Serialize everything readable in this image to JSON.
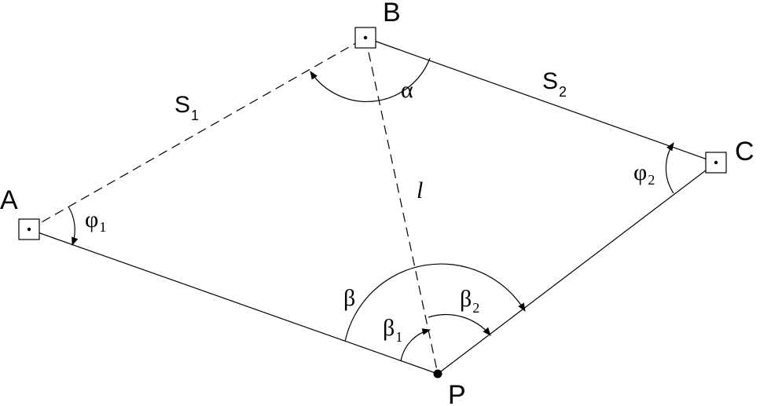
{
  "points": {
    "A": "A",
    "B": "B",
    "C": "C",
    "P": "P"
  },
  "distances": {
    "s1": {
      "base": "S",
      "sub": "1"
    },
    "s2": {
      "base": "S",
      "sub": "2"
    },
    "l": "l"
  },
  "angles": {
    "alpha": "α",
    "beta": "β",
    "beta1": {
      "base": "β",
      "sub": "1"
    },
    "beta2": {
      "base": "β",
      "sub": "2"
    },
    "phi1": {
      "base": "φ",
      "sub": "1"
    },
    "phi2": {
      "base": "φ",
      "sub": "2"
    }
  },
  "colors": {
    "ink": "#000000",
    "background": "#ffffff"
  }
}
